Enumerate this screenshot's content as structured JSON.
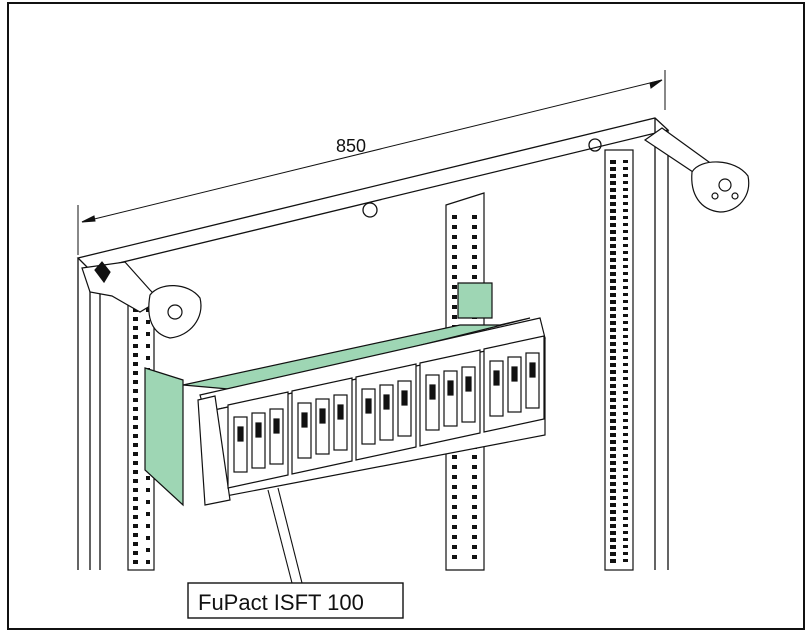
{
  "dimension": {
    "value": "850"
  },
  "callout": {
    "label": "FuPact ISFT 100"
  },
  "colors": {
    "frame": "#1a1a1a",
    "accent_green": "#9ed6b4",
    "accent_green_dark": "#7cbf98",
    "background": "#ffffff"
  },
  "components": {
    "fuse_switch_units": 5,
    "fuse_carriers_per_unit": 3
  }
}
